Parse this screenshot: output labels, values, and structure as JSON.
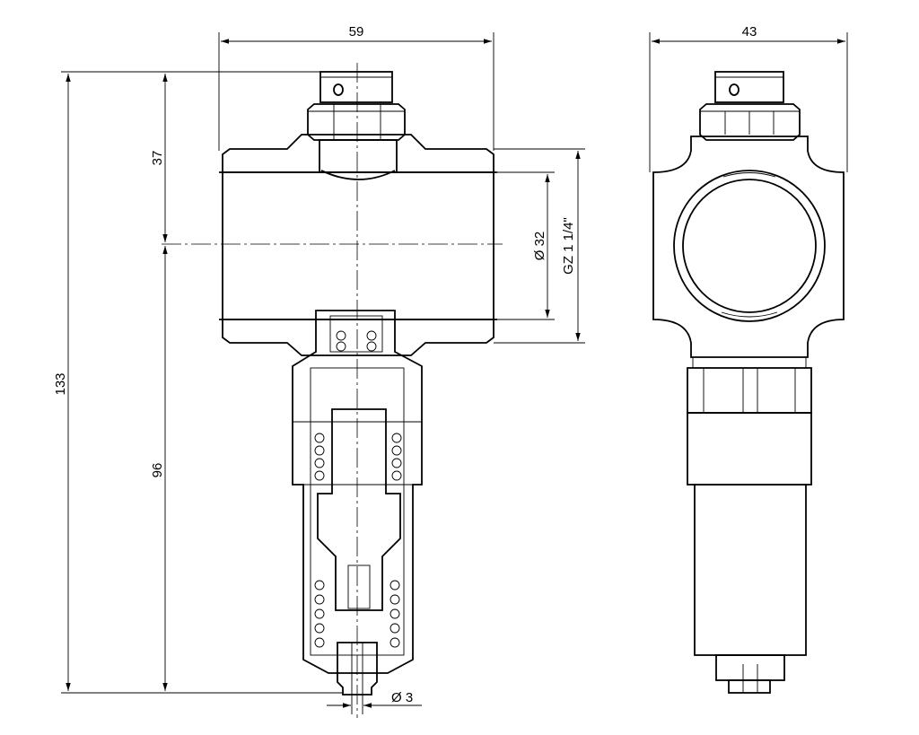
{
  "dimensions": {
    "front_width": "59",
    "side_width": "43",
    "total_height": "133",
    "upper_height": "37",
    "lower_height": "96",
    "bore_diameter": "Ø 32",
    "thread": "GZ 1 1/4\"",
    "outlet_diameter": "Ø 3"
  },
  "colors": {
    "line": "#000000",
    "background": "#ffffff"
  }
}
